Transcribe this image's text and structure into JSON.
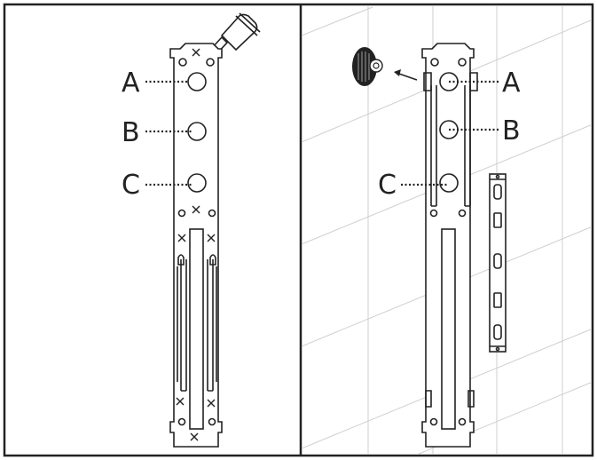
{
  "left_panel": {
    "labels": {
      "a": "A",
      "b": "B",
      "c": "C"
    }
  },
  "right_panel": {
    "labels": {
      "a": "A",
      "b": "B",
      "c": "C"
    }
  },
  "icons": {
    "glue": "glue-tube-icon",
    "anchor": "wall-anchor-icon",
    "arrow": "arrow-icon"
  }
}
